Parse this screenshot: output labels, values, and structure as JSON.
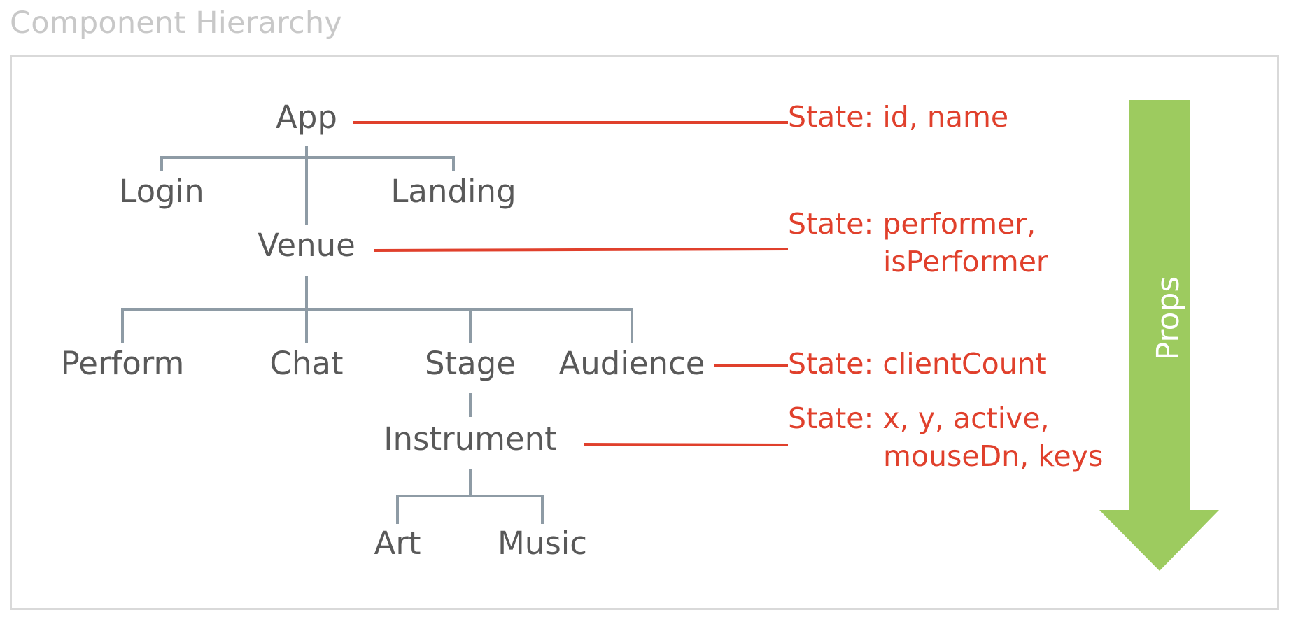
{
  "title": "Component Hierarchy",
  "nodes": {
    "app": "App",
    "login": "Login",
    "landing": "Landing",
    "venue": "Venue",
    "perform": "Perform",
    "chat": "Chat",
    "stage": "Stage",
    "audience": "Audience",
    "instrument": "Instrument",
    "art": "Art",
    "music": "Music"
  },
  "state_notes": {
    "app": [
      "State: id, name"
    ],
    "venue": [
      "State: performer,",
      "isPerformer"
    ],
    "audience": [
      "State: clientCount"
    ],
    "instrument": [
      "State: x, y, active,",
      "mouseDn, keys"
    ]
  },
  "arrow": {
    "label": "Props"
  },
  "colors": {
    "tree_lines": "#8e9ba5",
    "node_text": "#595959",
    "state_text": "#e0402c",
    "arrow": "#9dcb5f",
    "frame": "#d9d9d9",
    "title": "#c8c8c8"
  }
}
